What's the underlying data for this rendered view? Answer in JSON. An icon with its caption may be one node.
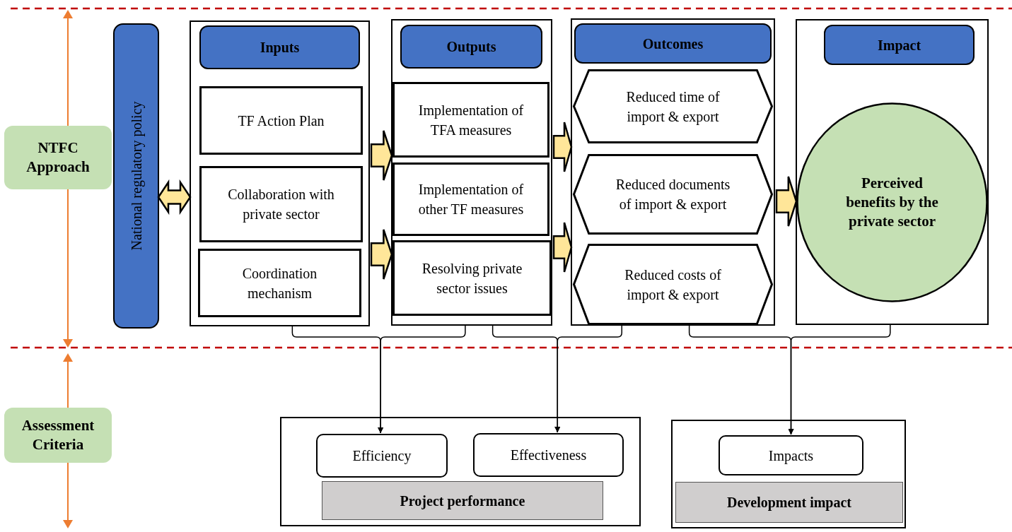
{
  "diagram": {
    "nodes": [
      {
        "text": [
          "NTFC Approach"
        ]
      },
      {
        "text": [
          "Assessment Criteria"
        ]
      },
      {
        "text": [
          "National regulatory policy"
        ]
      },
      {
        "text": [],
        "shape": "box"
      },
      {
        "text": [
          "Inputs"
        ],
        "in": 3
      },
      {
        "text": [
          "TF Action Plan"
        ],
        "in": 3
      },
      {
        "text": [
          "Collaboration with private sector"
        ],
        "in": 3
      },
      {
        "text": [
          "Coordination mechanism"
        ],
        "in": 3
      },
      {
        "text": [],
        "shape": "box"
      },
      {
        "text": [
          "Outputs"
        ],
        "in": 8
      },
      {
        "text": [
          "Implementation of TFA measures"
        ],
        "in": 8
      },
      {
        "text": [
          "Implementation of other TF measures"
        ],
        "in": 8
      },
      {
        "text": [
          "Resolving private sector issues"
        ],
        "in": 8
      },
      {
        "text": [],
        "shape": "box"
      },
      {
        "text": [
          "Outcomes"
        ],
        "in": 13
      },
      {
        "text": [
          "Reduced time of import & export"
        ],
        "in": 13
      },
      {
        "text": [
          "Reduced documents of import & export"
        ],
        "in": 13
      },
      {
        "text": [
          "Reduced costs of import & export"
        ],
        "in": 13
      },
      {
        "text": [],
        "shape": "box"
      },
      {
        "text": [
          "Impact"
        ],
        "in": 18
      },
      {
        "text": [
          "Perceived benefits by the private sector"
        ],
        "in": 18
      },
      {
        "text": [],
        "shape": "box"
      },
      {
        "text": [
          "Efficiency"
        ],
        "in": 21
      },
      {
        "text": [
          "Effectiveness"
        ],
        "in": 21
      },
      {
        "text": [
          "Project performance"
        ],
        "in": 21
      },
      {
        "text": [],
        "shape": "box"
      },
      {
        "text": [
          "Impacts"
        ],
        "in": 25
      },
      {
        "text": [
          "Development impact"
        ],
        "in": 25
      }
    ],
    "edges": [
      {
        "from": 2,
        "to": 3,
        "arrow": "both",
        "style": "thick",
        "color": "#ffe699"
      },
      {
        "from": 3,
        "to": 8,
        "arrow": "to",
        "style": "thick",
        "color": "#ffe699"
      },
      {
        "from": 3,
        "to": 8,
        "arrow": "to",
        "style": "thick",
        "color": "#ffe699"
      },
      {
        "from": 8,
        "to": 13,
        "arrow": "to",
        "style": "thick",
        "color": "#ffe699"
      },
      {
        "from": 8,
        "to": 13,
        "arrow": "to",
        "style": "thick",
        "color": "#ffe699"
      },
      {
        "from": 13,
        "to": 18,
        "arrow": "to",
        "style": "thick",
        "color": "#ffe699"
      },
      {
        "from": 3,
        "to": 22,
        "arrow": "to"
      },
      {
        "from": 8,
        "to": 22,
        "arrow": "to"
      },
      {
        "from": 8,
        "to": 23,
        "arrow": "to"
      },
      {
        "from": 13,
        "to": 23,
        "arrow": "to"
      },
      {
        "from": 13,
        "to": 26,
        "arrow": "to"
      },
      {
        "from": 18,
        "to": 26,
        "arrow": "to"
      }
    ]
  }
}
